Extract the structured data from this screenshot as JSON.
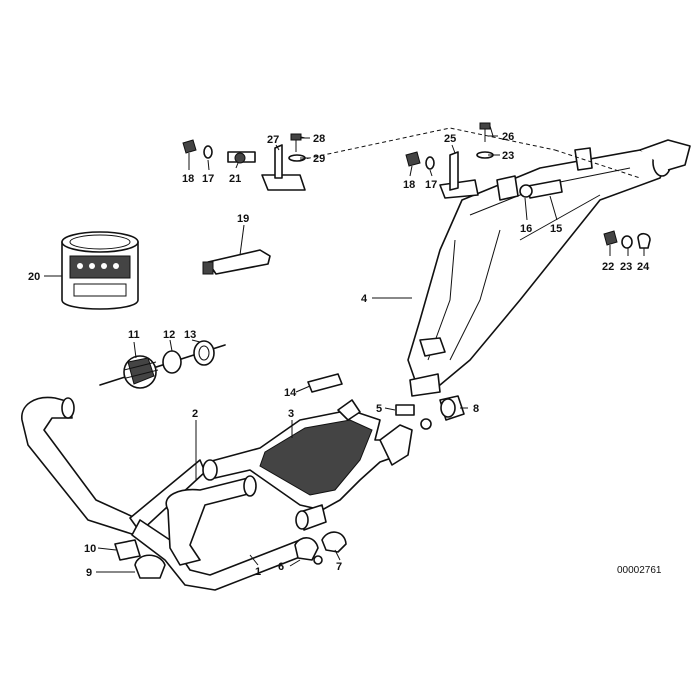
{
  "labels": {
    "p1": "1",
    "p2": "2",
    "p3": "3",
    "p4": "4",
    "p5": "5",
    "p6": "6",
    "p7": "7",
    "p8": "8",
    "p9": "9",
    "p10": "10",
    "p11": "11",
    "p12": "12",
    "p13": "13",
    "p14": "14",
    "p15": "15",
    "p16": "16",
    "p17a": "17",
    "p17b": "17",
    "p18a": "18",
    "p18b": "18",
    "p19": "19",
    "p20": "20",
    "p21": "21",
    "p22": "22",
    "p23a": "23",
    "p23b": "23",
    "p24": "24",
    "p25": "25",
    "p26": "26",
    "p27": "27",
    "p28": "28",
    "p29": "29"
  },
  "drawing_number": "00002761"
}
